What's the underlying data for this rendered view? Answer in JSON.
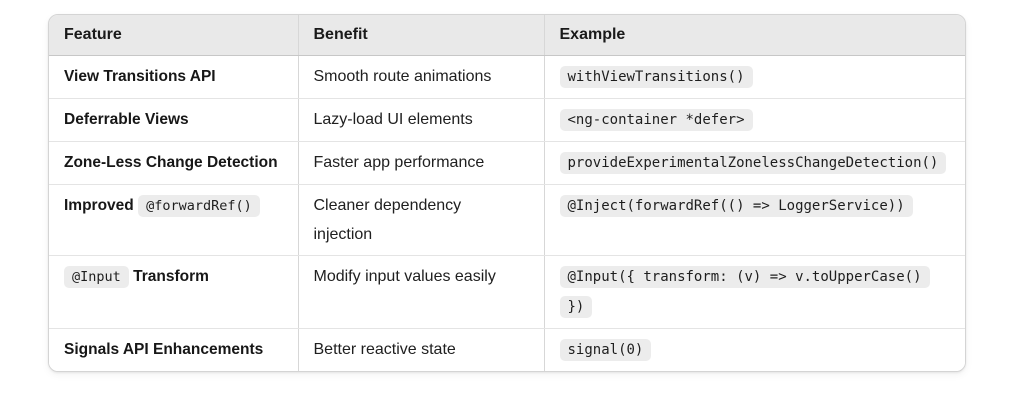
{
  "colors": {
    "header_bg": "#e9e9e9",
    "chip_bg": "#ececec",
    "outer_border": "#d4d4d4",
    "row_border": "#e4e4e4"
  },
  "table": {
    "columns": [
      "Feature",
      "Benefit",
      "Example"
    ],
    "rows": [
      {
        "feature": [
          {
            "kind": "bold",
            "text": "View Transitions API"
          }
        ],
        "benefit": "Smooth route animations",
        "example": "withViewTransitions()"
      },
      {
        "feature": [
          {
            "kind": "bold",
            "text": "Deferrable Views"
          }
        ],
        "benefit": "Lazy-load UI elements",
        "example": "<ng-container *defer>"
      },
      {
        "feature": [
          {
            "kind": "bold",
            "text": "Zone-Less Change Detection"
          }
        ],
        "benefit": "Faster app performance",
        "example": "provideExperimentalZonelessChangeDetection()"
      },
      {
        "feature": [
          {
            "kind": "bold",
            "text": "Improved"
          },
          {
            "kind": "code",
            "text": "@forwardRef()"
          }
        ],
        "benefit": "Cleaner dependency injection",
        "example": "@Inject(forwardRef(() => LoggerService))"
      },
      {
        "feature": [
          {
            "kind": "code",
            "text": "@Input"
          },
          {
            "kind": "bold",
            "text": "Transform"
          }
        ],
        "benefit": "Modify input values easily",
        "example": "@Input({ transform: (v) => v.toUpperCase() })"
      },
      {
        "feature": [
          {
            "kind": "bold",
            "text": "Signals API Enhancements"
          }
        ],
        "benefit": "Better reactive state",
        "example": "signal(0)"
      }
    ]
  }
}
